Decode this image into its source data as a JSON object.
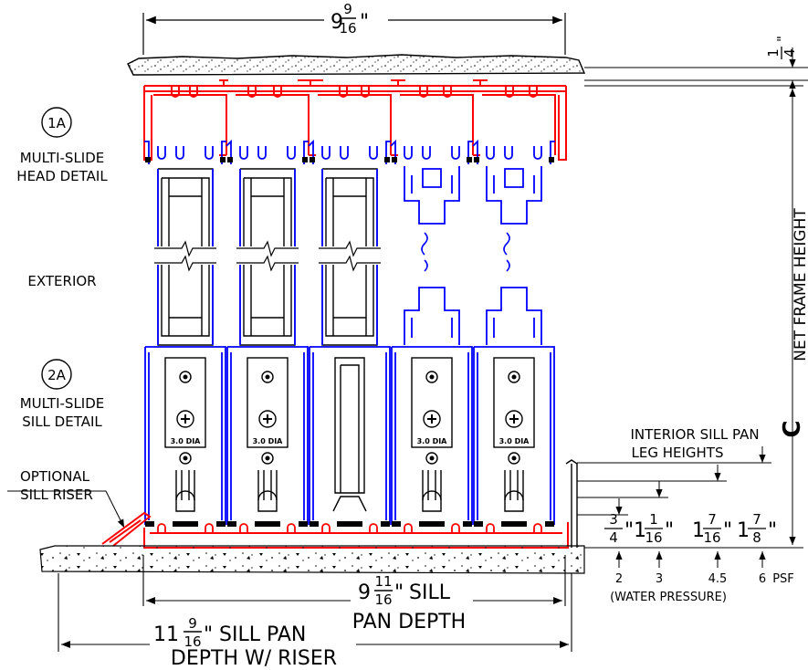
{
  "colors": {
    "outer_frame": "#ff0000",
    "panel": "#0000ff",
    "ink": "#000000",
    "background": "#ffffff"
  },
  "top_width": {
    "whole": "9",
    "num": "9",
    "den": "16",
    "unit": "\""
  },
  "head_thickness": {
    "num": "1",
    "den": "4",
    "unit": "\""
  },
  "callout_1a": {
    "id": "1A",
    "line1": "MULTI-SLIDE",
    "line2": "HEAD DETAIL"
  },
  "callout_2a": {
    "id": "2A",
    "line1": "MULTI-SLIDE",
    "line2": "SILL DETAIL"
  },
  "exterior_label": "EXTERIOR",
  "riser_label": {
    "line1": "OPTIONAL",
    "line2": "SILL RISER"
  },
  "roller_label": "3.0 DIA",
  "net_frame": {
    "letter": "C",
    "text": "NET FRAME HEIGHT"
  },
  "leg_heights": {
    "title1": "INTERIOR SILL PAN",
    "title2": "LEG HEIGHTS",
    "items": [
      {
        "whole": "",
        "num": "3",
        "den": "4",
        "unit": "\"",
        "psf": "2"
      },
      {
        "whole": "1",
        "num": "1",
        "den": "16",
        "unit": "\"",
        "psf": "3"
      },
      {
        "whole": "1",
        "num": "7",
        "den": "16",
        "unit": "\"",
        "psf": "4.5"
      },
      {
        "whole": "1",
        "num": "7",
        "den": "8",
        "unit": "\"",
        "psf": "6"
      }
    ],
    "psf_unit": "PSF",
    "caption": "(WATER PRESSURE)"
  },
  "sill_pan_depth": {
    "whole": "9",
    "num": "11",
    "den": "16",
    "unit": "\"",
    "line1": "SILL",
    "line2": "PAN DEPTH"
  },
  "sill_pan_riser": {
    "whole": "11",
    "num": "9",
    "den": "16",
    "unit": "\"",
    "line1": "SILL PAN",
    "line2": "DEPTH W/ RISER"
  }
}
